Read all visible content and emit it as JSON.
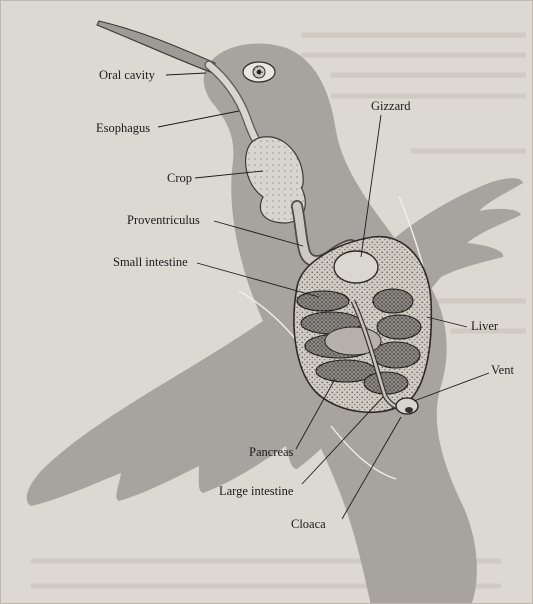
{
  "labels": {
    "oral_cavity": "Oral cavity",
    "esophagus": "Esophagus",
    "gizzard": "Gizzard",
    "crop": "Crop",
    "proventriculus": "Proventriculus",
    "small_intestine": "Small intestine",
    "liver": "Liver",
    "vent": "Vent",
    "pancreas": "Pancreas",
    "large_intestine": "Large intestine",
    "cloaca": "Cloaca"
  }
}
